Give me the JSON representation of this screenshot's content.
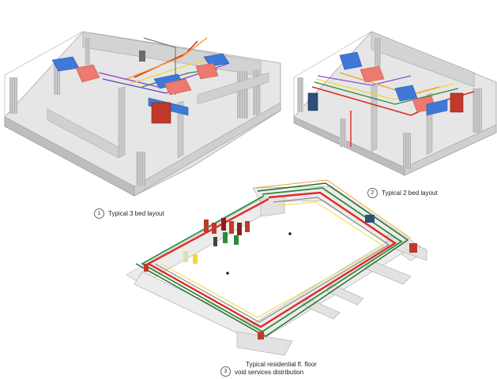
{
  "captions": [
    {
      "number": "1",
      "label": "Typical 3 bed layout"
    },
    {
      "number": "2",
      "label": "Typical 2 bed layout"
    },
    {
      "number": "3",
      "line1": "Typical residential fl. floor",
      "line2": "void services distribution"
    }
  ],
  "colors": {
    "wall": "#d8d8d8",
    "wall_dark": "#9a9a9a",
    "duct_blue": "#3f78d8",
    "duct_salmon": "#ec7a6e",
    "pipe_red": "#e02a25",
    "pipe_green": "#2e8a3a",
    "pipe_purple": "#8a4fd0",
    "pipe_orange": "#f0a020",
    "pipe_yellow": "#f4d63a"
  }
}
